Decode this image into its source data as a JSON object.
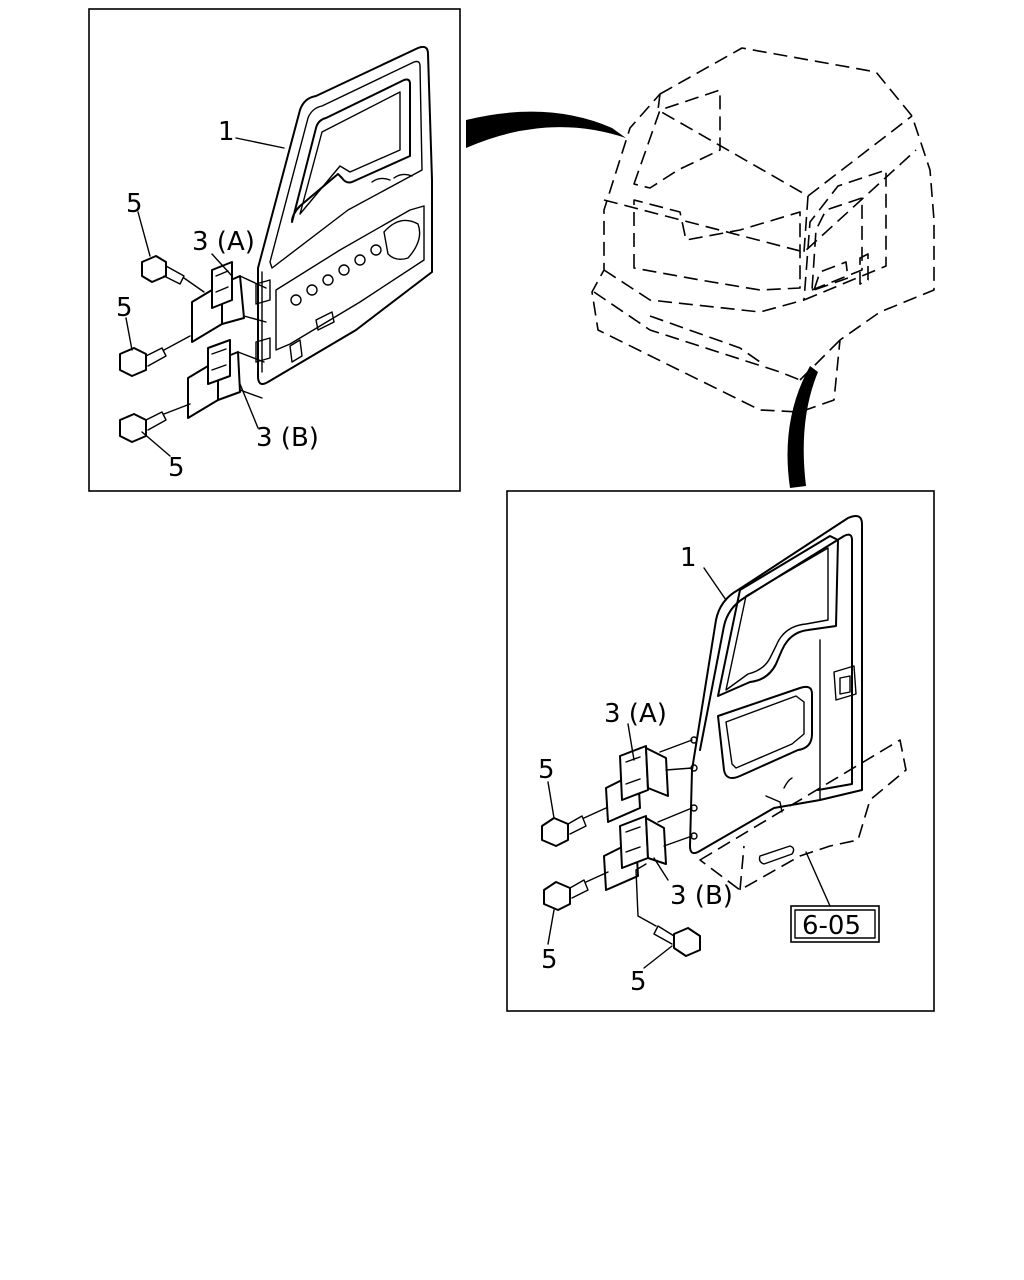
{
  "callouts": {
    "door_panel": "1",
    "hinge_upper": "3 (A)",
    "hinge_lower": "3 (B)",
    "bolt": "5"
  },
  "reference": {
    "section_ref": "6-05"
  }
}
